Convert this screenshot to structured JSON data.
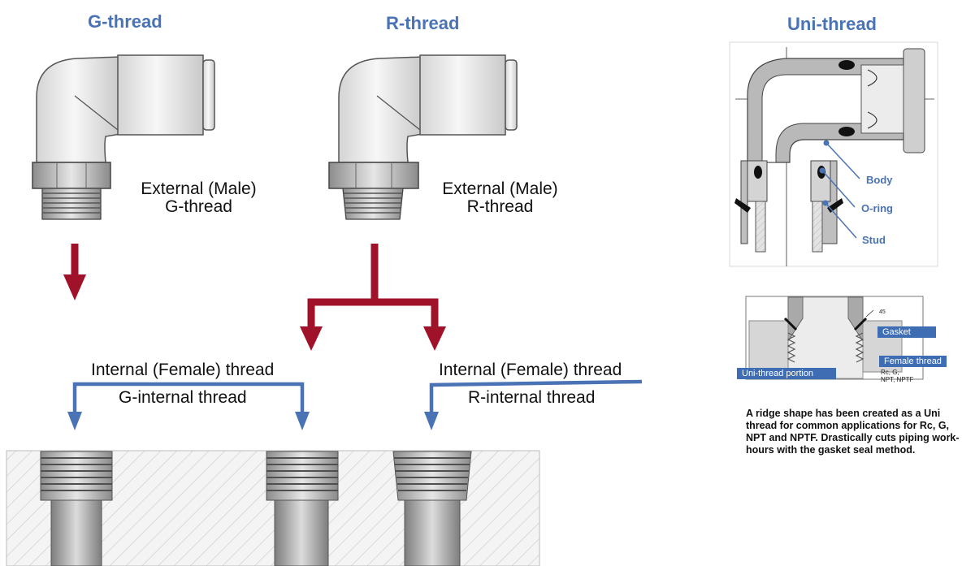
{
  "titles": {
    "g": "G-thread",
    "r": "R-thread",
    "uni": "Uni-thread"
  },
  "external": {
    "g_line1": "External (Male)",
    "g_line2": "G-thread",
    "r_line1": "External (Male)",
    "r_line2": "R-thread"
  },
  "internal": {
    "left_line1": "Internal (Female) thread",
    "left_line2": "G-internal thread",
    "right_line1": "Internal (Female) thread",
    "right_line2": "R-internal thread"
  },
  "uni_callouts": {
    "body": "Body",
    "oring": "O-ring",
    "stud": "Stud"
  },
  "detail": {
    "gasket": "Gasket",
    "female_thread": "Female thread",
    "uni_portion": "Uni-thread portion",
    "types_line1": "Rc, G,",
    "types_line2": "NPT, NPTF",
    "angle": "45"
  },
  "description": "A ridge shape has been created as a Uni thread for common applications for Rc, G, NPT and NPTF. Drastically cuts piping work-hours with the gasket seal method.",
  "colors": {
    "accent_blue": "#4a73b5",
    "arrow_red": "#a0112a"
  }
}
